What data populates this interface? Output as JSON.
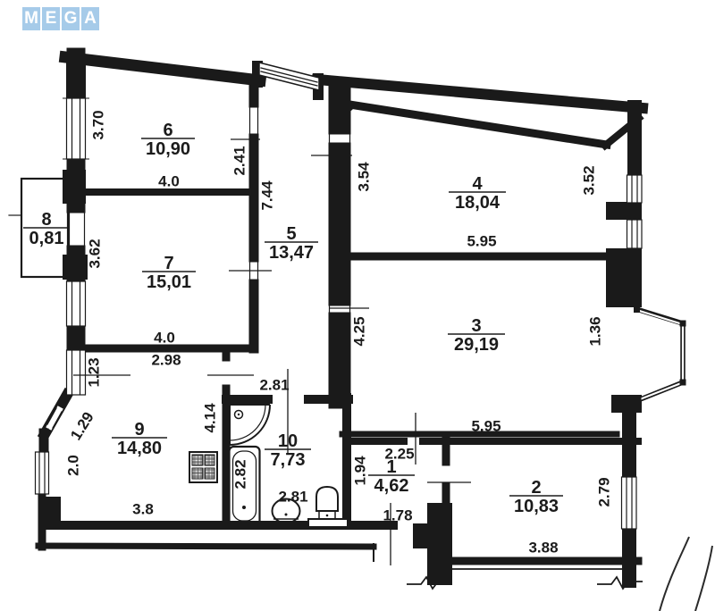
{
  "logo": {
    "letters": [
      "M",
      "E",
      "G",
      "A"
    ]
  },
  "colors": {
    "logo_tile": "#a6cbe9",
    "logo_text": "#ffffff",
    "wall": "#1a1a1a",
    "background": "#ffffff"
  },
  "plan": {
    "rooms": [
      {
        "number": "6",
        "area": "10,90"
      },
      {
        "number": "8",
        "area": "0,81"
      },
      {
        "number": "7",
        "area": "15,01"
      },
      {
        "number": "5",
        "area": "13,47"
      },
      {
        "number": "4",
        "area": "18,04"
      },
      {
        "number": "3",
        "area": "29,19"
      },
      {
        "number": "9",
        "area": "14,80"
      },
      {
        "number": "10",
        "area": "7,73"
      },
      {
        "number": "1",
        "area": "4,62"
      },
      {
        "number": "2",
        "area": "10,83"
      }
    ],
    "dims": [
      "3.70",
      "4.0",
      "2.41",
      "7.44",
      "3.54",
      "3.52",
      "5.95",
      "3.62",
      "4.0",
      "2.98",
      "1.23",
      "4.25",
      "1.36",
      "5.95",
      "2.81",
      "4.14",
      "1.29",
      "2.0",
      "3.8",
      "2.82",
      "2.81",
      "2.25",
      "1.94",
      "1.78",
      "3.88",
      "2.79"
    ]
  }
}
